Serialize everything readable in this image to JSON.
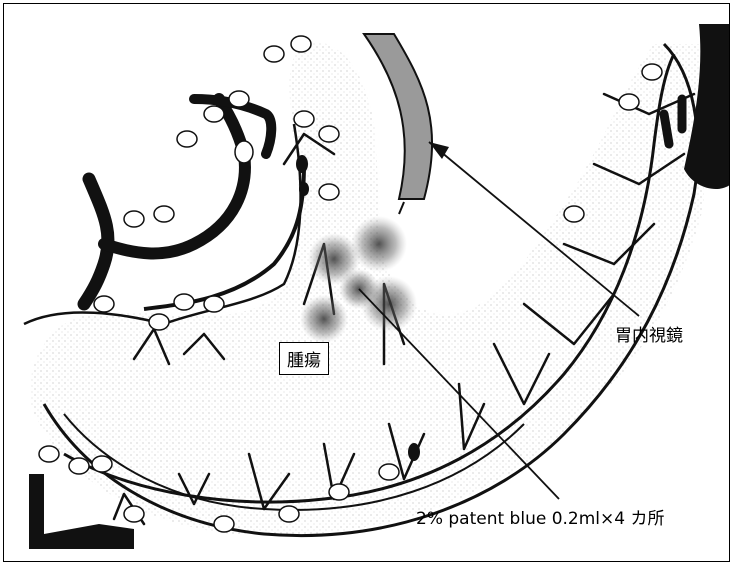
{
  "labels": {
    "tumor": "腫瘍",
    "endoscope": "胃内視鏡",
    "injection": "2% patent blue 0.2ml×4 カ所"
  }
}
